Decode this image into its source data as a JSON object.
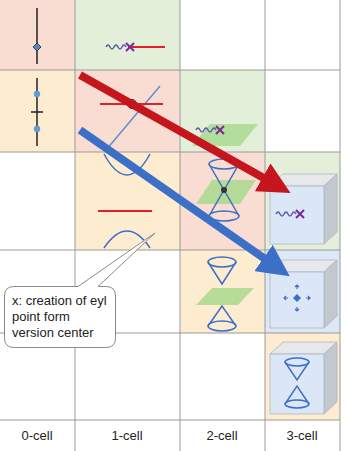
{
  "diagram": {
    "nodes": [
      {
        "text": [
          "x: creation of eyl point form version center"
        ]
      }
    ],
    "labels": [
      "0-cell",
      "1-cell",
      "2-cell",
      "3-cell"
    ]
  }
}
